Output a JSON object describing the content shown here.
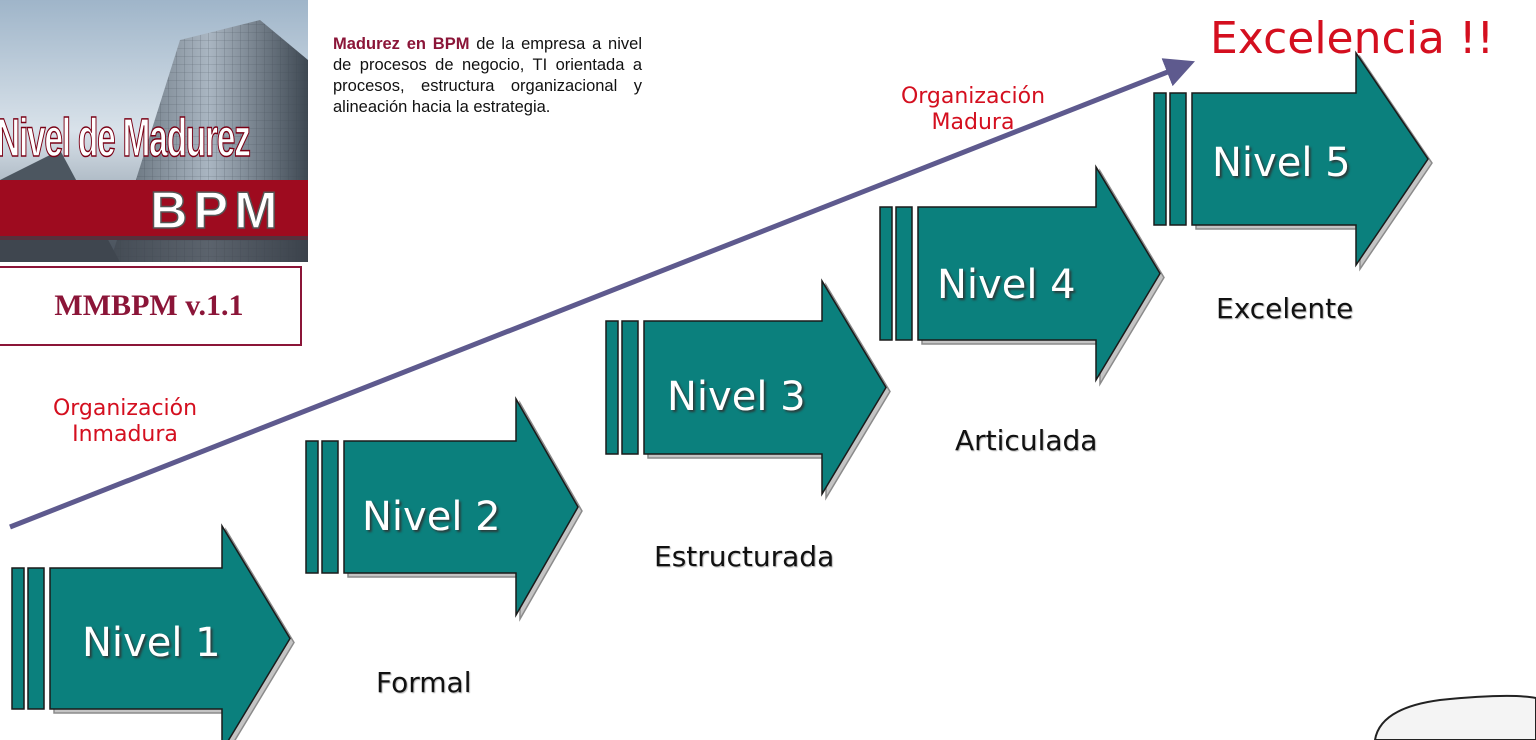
{
  "logo": {
    "title_line1": "Nivel de Madurez",
    "title_line2": "BPM",
    "version": "MMBPM v.1.1"
  },
  "intro": {
    "highlight": "Madurez en BPM",
    "rest": " de la empresa a nivel de procesos de negocio, TI orientada a procesos, estructura organizacional y alineación hacia la estrategia."
  },
  "labels": {
    "immature": "Organización Inmadura",
    "mature": "Organización Madura",
    "excellence": "Excelencia !!"
  },
  "levels": [
    {
      "label": "Nivel 1",
      "stage": "Formal"
    },
    {
      "label": "Nivel 2",
      "stage": "Estructurada"
    },
    {
      "label": "Nivel 3",
      "stage": "Articulada"
    },
    {
      "label": "Nivel 4",
      "stage": "Excelente"
    },
    {
      "label": "Nivel 5",
      "stage": ""
    }
  ],
  "colors": {
    "arrow_fill": "#0b807d",
    "arrow_line": "#5e5a8e",
    "accent_red": "#d40f1f",
    "brand": "#8b1538"
  }
}
